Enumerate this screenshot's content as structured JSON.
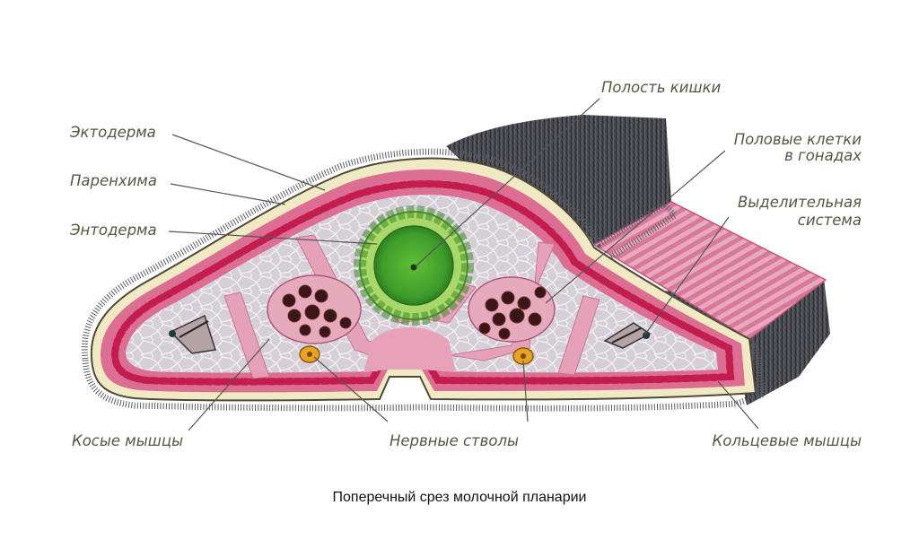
{
  "caption": "Поперечный срез молочной планарии",
  "labels": {
    "ectoderm": "Эктодерма",
    "parenchyma": "Паренхима",
    "endoderm": "Энтодерма",
    "gut_cavity": "Полость кишки",
    "gonads_line1": "Половые клетки",
    "gonads_line2": "в гонадах",
    "excretory_line1": "Выделительная",
    "excretory_line2": "система",
    "oblique_muscles": "Косые мышцы",
    "nerve_cords": "Нервные стволы",
    "ring_muscles": "Кольцевые мышцы"
  },
  "colors": {
    "label_text": "#4f5a43",
    "leader_line": "#555555",
    "body_pink": "#d9698e",
    "parenchyma_gray": "#d2cad3",
    "gut_green": "#4aa832",
    "cilia_dark": "#3a3a40"
  }
}
